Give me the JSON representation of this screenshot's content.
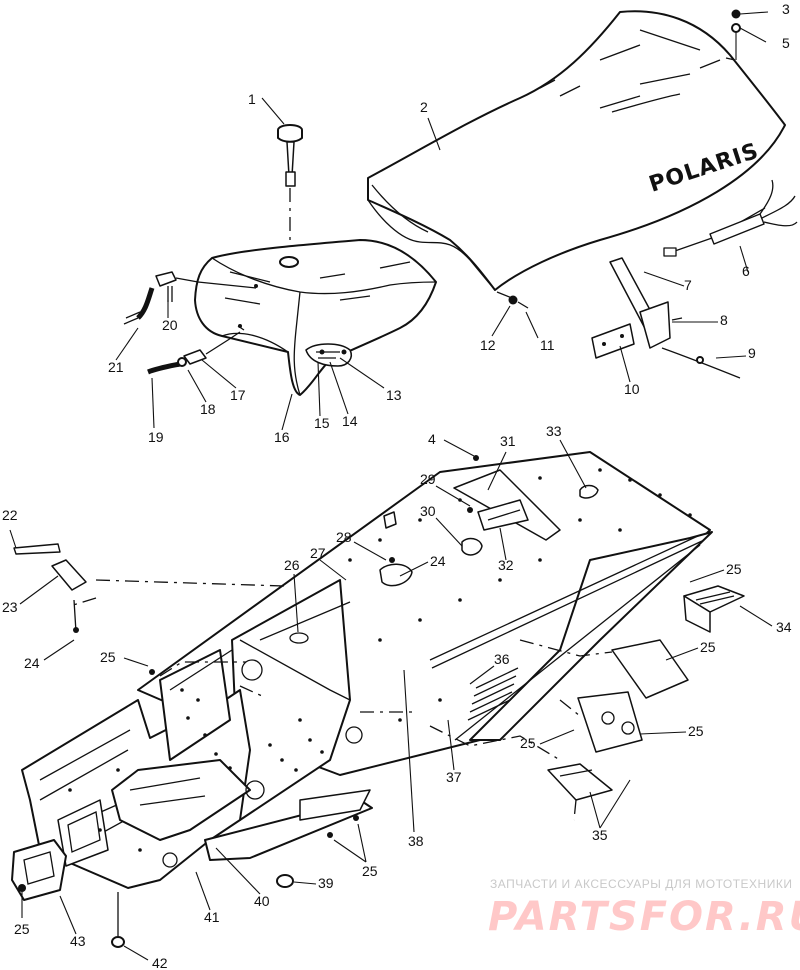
{
  "diagram": {
    "seat_brand": "POLARIS",
    "callouts": [
      "1",
      "2",
      "3",
      "5",
      "6",
      "7",
      "8",
      "9",
      "10",
      "11",
      "12",
      "13",
      "14",
      "15",
      "16",
      "17",
      "18",
      "19",
      "20",
      "21",
      "4",
      "31",
      "33",
      "29",
      "30",
      "32",
      "28",
      "24",
      "26",
      "27",
      "22",
      "23",
      "24",
      "25",
      "25",
      "34",
      "25",
      "36",
      "25",
      "25",
      "35",
      "37",
      "38",
      "25",
      "39",
      "40",
      "41",
      "42",
      "43",
      "25"
    ]
  },
  "watermark": {
    "caption": "ЗАПЧАСТИ И АКСЕССУАРЫ ДЛЯ МОТОТЕХНИКИ",
    "site": "PARTSFOR.RU"
  }
}
